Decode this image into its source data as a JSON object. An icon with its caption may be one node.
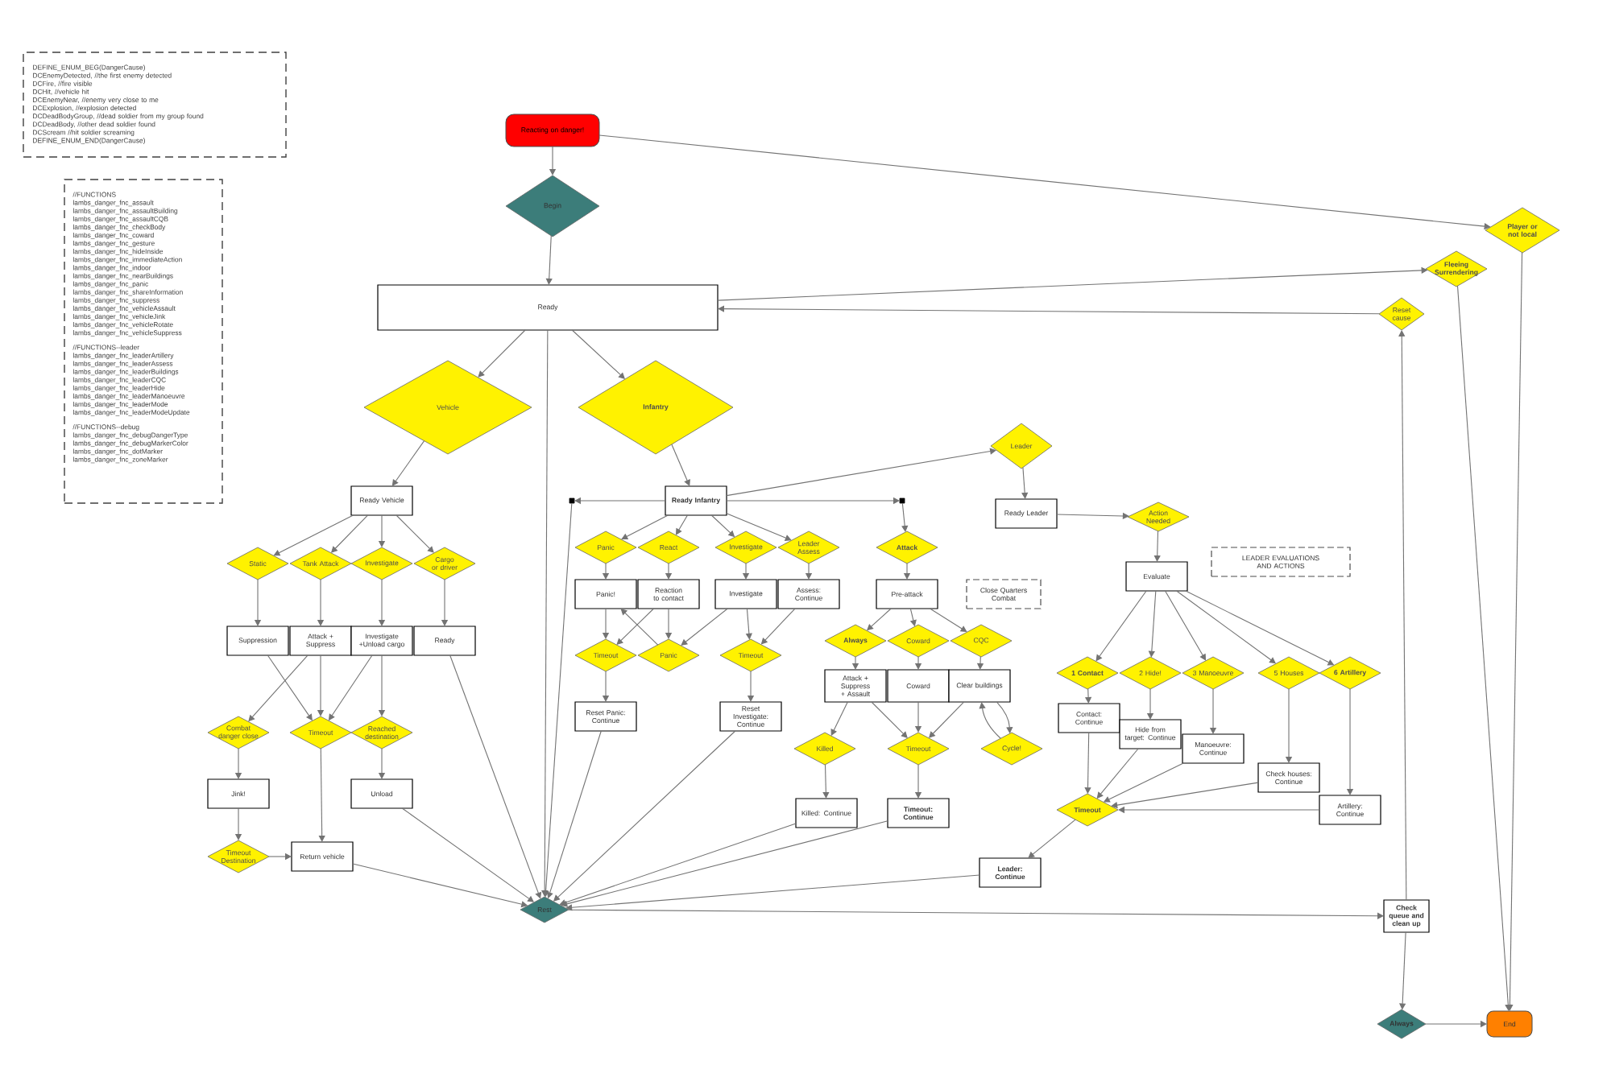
{
  "diagram": {
    "nodes": [
      {
        "text": [
          "DEFINE_ENUM_BEG(DangerCause)",
          "DCEnemyDetected, //the first enemy detected",
          "DCFire, //fire visible",
          "DCHit, //vehicle hit",
          "DCEnemyNear, //enemy very close to me",
          "DCExplosion, //explosion detected",
          "DCDeadBodyGroup, //dead soldier from my group found",
          "DCDeadBody, //other dead soldier found",
          "DCScream //hit soldier screaming",
          "DEFINE_ENUM_END(DangerCause)"
        ]
      },
      {
        "text": [
          "//FUNCTIONS",
          "lambs_danger_fnc_assault",
          "lambs_danger_fnc_assaultBuilding",
          "lambs_danger_fnc_assaultCQB",
          "lambs_danger_fnc_checkBody",
          "lambs_danger_fnc_coward",
          "lambs_danger_fnc_gesture",
          "lambs_danger_fnc_hideInside",
          "lambs_danger_fnc_immediateAction",
          "lambs_danger_fnc_indoor",
          "lambs_danger_fnc_nearBuildings",
          "lambs_danger_fnc_panic",
          "lambs_danger_fnc_shareInformation",
          "lambs_danger_fnc_suppress",
          "lambs_danger_fnc_vehicleAssault",
          "lambs_danger_fnc_vehicleJink",
          "lambs_danger_fnc_vehicleRotate",
          "lambs_danger_fnc_vehicleSuppress",
          "//FUNCTIONS--leader",
          "lambs_danger_fnc_leaderArtillery",
          "lambs_danger_fnc_leaderAssess",
          "lambs_danger_fnc_leaderBuildings",
          "lambs_danger_fnc_leaderCQC",
          "lambs_danger_fnc_leaderHide",
          "lambs_danger_fnc_leaderManoeuvre",
          "lambs_danger_fnc_leaderMode",
          "lambs_danger_fnc_leaderModeUpdate",
          "//FUNCTIONS--debug",
          "lambs_danger_fnc_debugDangerType",
          "lambs_danger_fnc_debugMarkerColor",
          "lambs_danger_fnc_dotMarker",
          "lambs_danger_fnc_zoneMarker"
        ]
      },
      {
        "text": [
          "Reacting on danger!"
        ]
      },
      {
        "text": [
          "Begin"
        ]
      },
      {
        "text": [
          "Ready"
        ]
      },
      {
        "text": [
          "Vehicle"
        ]
      },
      {
        "text": [
          "Infantry"
        ]
      },
      {
        "text": [
          "Leader"
        ]
      },
      {
        "text": [
          "Ready Vehicle"
        ]
      },
      {
        "text": [
          "Static"
        ]
      },
      {
        "text": [
          "Tank Attack"
        ]
      },
      {
        "text": [
          "Investigate"
        ]
      },
      {
        "text": [
          "Cargo or driver"
        ]
      },
      {
        "text": [
          "Suppression"
        ]
      },
      {
        "text": [
          "Attack + Suppress"
        ]
      },
      {
        "text": [
          "Investigate +Unload cargo"
        ]
      },
      {
        "text": [
          "Ready"
        ]
      },
      {
        "text": [
          "Combat danger close"
        ]
      },
      {
        "text": [
          "Timeout"
        ]
      },
      {
        "text": [
          "Reached destination"
        ]
      },
      {
        "text": [
          "Jink!"
        ]
      },
      {
        "text": [
          "Unload"
        ]
      },
      {
        "text": [
          "Timeout Destination"
        ]
      },
      {
        "text": [
          "Return vehicle"
        ]
      },
      {
        "text": [
          "Ready Infantry"
        ]
      },
      {
        "text": [],
        "shape": "box"
      },
      {
        "text": [],
        "shape": "box"
      },
      {
        "text": [
          "Panic"
        ]
      },
      {
        "text": [
          "React"
        ]
      },
      {
        "text": [
          "Investigate"
        ]
      },
      {
        "text": [
          "Leader Assess"
        ]
      },
      {
        "text": [
          "Attack"
        ]
      },
      {
        "text": [
          "Panic!"
        ]
      },
      {
        "text": [
          "Reaction to contact"
        ]
      },
      {
        "text": [
          "Investigate"
        ]
      },
      {
        "text": [
          "Assess: Continue"
        ]
      },
      {
        "text": [
          "Pre-attack"
        ]
      },
      {
        "text": [
          "Close Quarters Combat"
        ]
      },
      {
        "text": [
          "Timeout"
        ]
      },
      {
        "text": [
          "Panic"
        ]
      },
      {
        "text": [
          "Timeout"
        ]
      },
      {
        "text": [
          "Always"
        ]
      },
      {
        "text": [
          "Coward"
        ]
      },
      {
        "text": [
          "CQC"
        ]
      },
      {
        "text": [
          "Reset Panic: Continue"
        ]
      },
      {
        "text": [
          "Reset Investigate: Continue"
        ]
      },
      {
        "text": [
          "Attack + Suppress + Assault"
        ]
      },
      {
        "text": [
          "Coward"
        ]
      },
      {
        "text": [
          "Clear buildings"
        ]
      },
      {
        "text": [
          "Killed"
        ]
      },
      {
        "text": [
          "Timeout"
        ]
      },
      {
        "text": [
          "Cycle!"
        ]
      },
      {
        "text": [
          "Killed: Continue"
        ]
      },
      {
        "text": [
          "Timeout: Continue"
        ]
      },
      {
        "text": [
          "Ready Leader"
        ]
      },
      {
        "text": [
          "Action Needed"
        ]
      },
      {
        "text": [
          "LEADER EVALUATIONS AND ACTIONS"
        ]
      },
      {
        "text": [
          "Evaluate"
        ]
      },
      {
        "text": [
          "1 Contact"
        ]
      },
      {
        "text": [
          "2 Hide!"
        ]
      },
      {
        "text": [
          "3 Manoeuvre"
        ]
      },
      {
        "text": [
          "5 Houses"
        ]
      },
      {
        "text": [
          "6 Artillery"
        ]
      },
      {
        "text": [
          "Contact: Continue"
        ]
      },
      {
        "text": [
          "Hide from target: Continue"
        ]
      },
      {
        "text": [
          "Manoeuvre: Continue"
        ]
      },
      {
        "text": [
          "Check houses: Continue"
        ]
      },
      {
        "text": [
          "Artillery: Continue"
        ]
      },
      {
        "text": [
          "Timeout"
        ]
      },
      {
        "text": [
          "Leader: Continue"
        ]
      },
      {
        "text": [
          "Rest"
        ]
      },
      {
        "text": [
          "Check queue and clean up"
        ]
      },
      {
        "text": [
          "Reset cause"
        ]
      },
      {
        "text": [
          "Fleeing Surrendering"
        ]
      },
      {
        "text": [
          "Player or not local"
        ]
      },
      {
        "text": [
          "Always"
        ]
      },
      {
        "text": [
          "End"
        ]
      }
    ],
    "edges": [
      {
        "from": 2,
        "to": 3,
        "arrow": "to"
      },
      {
        "from": 2,
        "to": 74,
        "arrow": "to"
      },
      {
        "from": 3,
        "to": 4,
        "arrow": "to"
      },
      {
        "from": 4,
        "to": 73,
        "arrow": "to"
      },
      {
        "from": 72,
        "to": 4,
        "arrow": "to"
      },
      {
        "from": 4,
        "to": 5,
        "arrow": "to"
      },
      {
        "from": 4,
        "to": 6,
        "arrow": "to"
      },
      {
        "from": 4,
        "to": 70,
        "arrow": "to"
      },
      {
        "from": 5,
        "to": 8,
        "arrow": "to"
      },
      {
        "from": 6,
        "to": 24,
        "arrow": "to"
      },
      {
        "from": 24,
        "to": 7,
        "arrow": "to"
      },
      {
        "from": 8,
        "to": 9,
        "arrow": "to"
      },
      {
        "from": 8,
        "to": 10,
        "arrow": "to"
      },
      {
        "from": 8,
        "to": 11,
        "arrow": "to"
      },
      {
        "from": 8,
        "to": 12,
        "arrow": "to"
      },
      {
        "from": 9,
        "to": 13,
        "arrow": "to"
      },
      {
        "from": 10,
        "to": 14,
        "arrow": "to"
      },
      {
        "from": 11,
        "to": 15,
        "arrow": "to"
      },
      {
        "from": 12,
        "to": 16,
        "arrow": "to"
      },
      {
        "from": 13,
        "to": 18,
        "arrow": "to"
      },
      {
        "from": 14,
        "to": 17,
        "arrow": "to"
      },
      {
        "from": 14,
        "to": 18,
        "arrow": "to"
      },
      {
        "from": 15,
        "to": 18,
        "arrow": "to"
      },
      {
        "from": 15,
        "to": 19,
        "arrow": "to"
      },
      {
        "from": 16,
        "to": 70,
        "arrow": "to"
      },
      {
        "from": 17,
        "to": 20,
        "arrow": "to"
      },
      {
        "from": 20,
        "to": 22,
        "arrow": "to"
      },
      {
        "from": 22,
        "to": 23,
        "arrow": "to"
      },
      {
        "from": 18,
        "to": 23,
        "arrow": "to"
      },
      {
        "from": 19,
        "to": 21,
        "arrow": "to"
      },
      {
        "from": 21,
        "to": 70,
        "arrow": "to"
      },
      {
        "from": 23,
        "to": 70,
        "arrow": "to"
      },
      {
        "from": 24,
        "to": 25,
        "arrow": "to"
      },
      {
        "from": 24,
        "to": 26,
        "arrow": "to"
      },
      {
        "from": 24,
        "to": 27,
        "arrow": "to"
      },
      {
        "from": 24,
        "to": 28,
        "arrow": "to"
      },
      {
        "from": 24,
        "to": 29,
        "arrow": "to"
      },
      {
        "from": 24,
        "to": 30,
        "arrow": "to"
      },
      {
        "from": 25,
        "to": 70,
        "arrow": "to"
      },
      {
        "from": 26,
        "to": 31,
        "arrow": "to"
      },
      {
        "from": 27,
        "to": 32,
        "arrow": "to"
      },
      {
        "from": 28,
        "to": 33,
        "arrow": "to"
      },
      {
        "from": 29,
        "to": 34,
        "arrow": "to"
      },
      {
        "from": 30,
        "to": 35,
        "arrow": "to"
      },
      {
        "from": 32,
        "to": 38,
        "arrow": "to"
      },
      {
        "from": 33,
        "to": 38,
        "arrow": "to"
      },
      {
        "from": 33,
        "to": 39,
        "arrow": "to"
      },
      {
        "from": 39,
        "to": 32,
        "arrow": "to"
      },
      {
        "from": 34,
        "to": 39,
        "arrow": "to"
      },
      {
        "from": 34,
        "to": 40,
        "arrow": "to"
      },
      {
        "from": 35,
        "to": 40,
        "arrow": "to"
      },
      {
        "from": 38,
        "to": 44,
        "arrow": "to"
      },
      {
        "from": 40,
        "to": 45,
        "arrow": "to"
      },
      {
        "from": 44,
        "to": 70,
        "arrow": "to"
      },
      {
        "from": 45,
        "to": 70,
        "arrow": "to"
      },
      {
        "from": 31,
        "to": 36,
        "arrow": "to"
      },
      {
        "from": 36,
        "to": 41,
        "arrow": "to"
      },
      {
        "from": 36,
        "to": 42,
        "arrow": "to"
      },
      {
        "from": 36,
        "to": 43,
        "arrow": "to"
      },
      {
        "from": 41,
        "to": 46,
        "arrow": "to"
      },
      {
        "from": 42,
        "to": 47,
        "arrow": "to"
      },
      {
        "from": 43,
        "to": 48,
        "arrow": "to"
      },
      {
        "from": 46,
        "to": 49,
        "arrow": "to"
      },
      {
        "from": 46,
        "to": 50,
        "arrow": "to"
      },
      {
        "from": 47,
        "to": 50,
        "arrow": "to"
      },
      {
        "from": 48,
        "to": 50,
        "arrow": "to"
      },
      {
        "from": 48,
        "to": 51,
        "arrow": "to"
      },
      {
        "from": 51,
        "to": 48,
        "arrow": "to"
      },
      {
        "from": 49,
        "to": 52,
        "arrow": "to"
      },
      {
        "from": 50,
        "to": 53,
        "arrow": "to"
      },
      {
        "from": 52,
        "to": 70,
        "arrow": "to"
      },
      {
        "from": 53,
        "to": 70,
        "arrow": "to"
      },
      {
        "from": 7,
        "to": 54,
        "arrow": "to"
      },
      {
        "from": 54,
        "to": 55,
        "arrow": "to"
      },
      {
        "from": 55,
        "to": 57,
        "arrow": "to"
      },
      {
        "from": 57,
        "to": 58,
        "arrow": "to"
      },
      {
        "from": 57,
        "to": 59,
        "arrow": "to"
      },
      {
        "from": 57,
        "to": 60,
        "arrow": "to"
      },
      {
        "from": 57,
        "to": 61,
        "arrow": "to"
      },
      {
        "from": 57,
        "to": 62,
        "arrow": "to"
      },
      {
        "from": 58,
        "to": 63,
        "arrow": "to"
      },
      {
        "from": 59,
        "to": 64,
        "arrow": "to"
      },
      {
        "from": 60,
        "to": 65,
        "arrow": "to"
      },
      {
        "from": 61,
        "to": 66,
        "arrow": "to"
      },
      {
        "from": 62,
        "to": 67,
        "arrow": "to"
      },
      {
        "from": 63,
        "to": 68,
        "arrow": "to"
      },
      {
        "from": 64,
        "to": 68,
        "arrow": "to"
      },
      {
        "from": 65,
        "to": 68,
        "arrow": "to"
      },
      {
        "from": 66,
        "to": 68,
        "arrow": "to"
      },
      {
        "from": 67,
        "to": 68,
        "arrow": "to"
      },
      {
        "from": 68,
        "to": 69,
        "arrow": "to"
      },
      {
        "from": 69,
        "to": 70,
        "arrow": "to"
      },
      {
        "from": 70,
        "to": 71,
        "arrow": "to"
      },
      {
        "from": 71,
        "to": 72,
        "arrow": "to"
      },
      {
        "from": 71,
        "to": 75,
        "arrow": "to"
      },
      {
        "from": 75,
        "to": 76,
        "arrow": "to"
      },
      {
        "from": 73,
        "to": 76,
        "arrow": "to"
      },
      {
        "from": 74,
        "to": 76,
        "arrow": "to"
      }
    ]
  }
}
